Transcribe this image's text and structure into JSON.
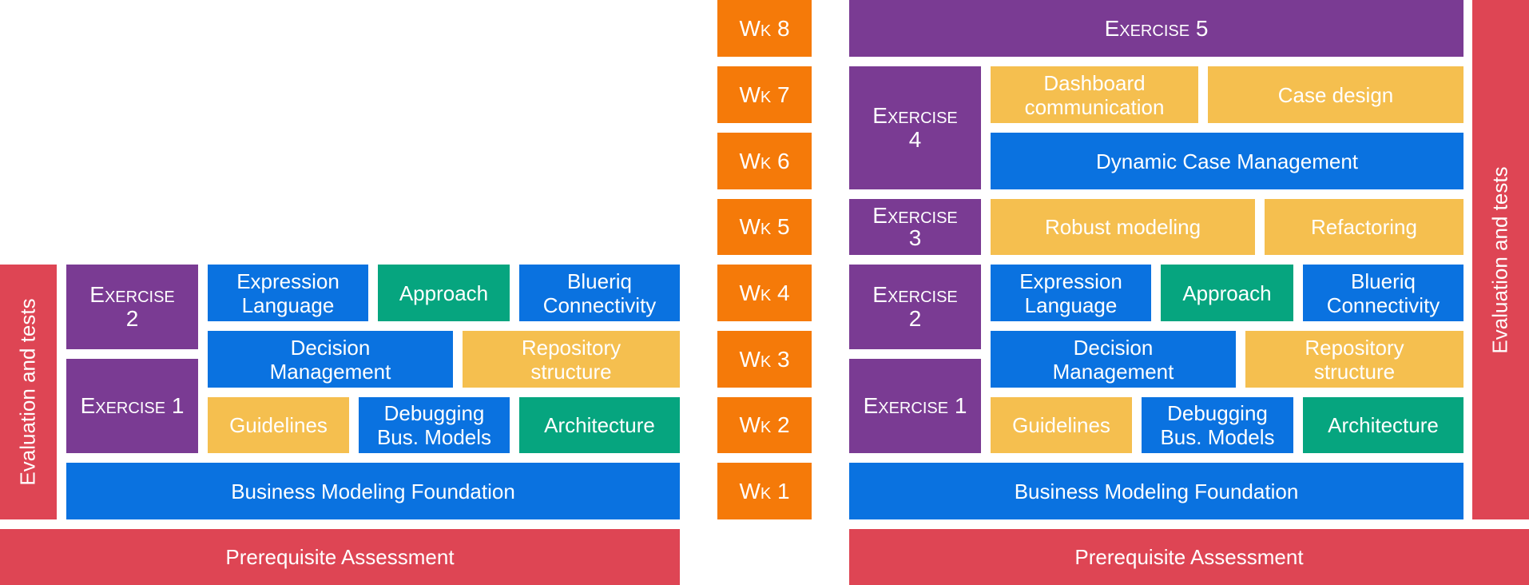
{
  "colors": {
    "blue": "#0a72e0",
    "green": "#06a57f",
    "yellow": "#f5bf4f",
    "purple": "#7a3b93",
    "orange": "#f57a09",
    "red": "#de4554"
  },
  "weeks": [
    "Wk 8",
    "Wk 7",
    "Wk 6",
    "Wk 5",
    "Wk 4",
    "Wk 3",
    "Wk 2",
    "Wk 1"
  ],
  "left": {
    "side_label": "Evaluation and tests",
    "exercise2": "Exercise 2",
    "exercise1": "Exercise 1",
    "expression_language": "Expression Language",
    "approach": "Approach",
    "blueriq_connectivity": "Blueriq Connectivity",
    "decision_management": "Decision Management",
    "repository_structure": "Repository structure",
    "guidelines": "Guidelines",
    "debugging": "Debugging Bus. Models",
    "architecture": "Architecture",
    "foundation": "Business Modeling Foundation",
    "prerequisite": "Prerequisite Assessment"
  },
  "right": {
    "side_label": "Evaluation and tests",
    "exercise5": "Exercise 5",
    "exercise4": "Exercise 4",
    "dashboard": "Dashboard communication",
    "case_design": "Case design",
    "dynamic_case": "Dynamic Case Management",
    "exercise3": "Exercise 3",
    "robust_modeling": "Robust modeling",
    "refactoring": "Refactoring",
    "exercise2": "Exercise 2",
    "expression_language": "Expression Language",
    "approach": "Approach",
    "blueriq_connectivity": "Blueriq Connectivity",
    "decision_management": "Decision Management",
    "repository_structure": "Repository structure",
    "exercise1": "Exercise 1",
    "guidelines": "Guidelines",
    "debugging": "Debugging Bus. Models",
    "architecture": "Architecture",
    "foundation": "Business Modeling Foundation",
    "prerequisite": "Prerequisite Assessment"
  }
}
